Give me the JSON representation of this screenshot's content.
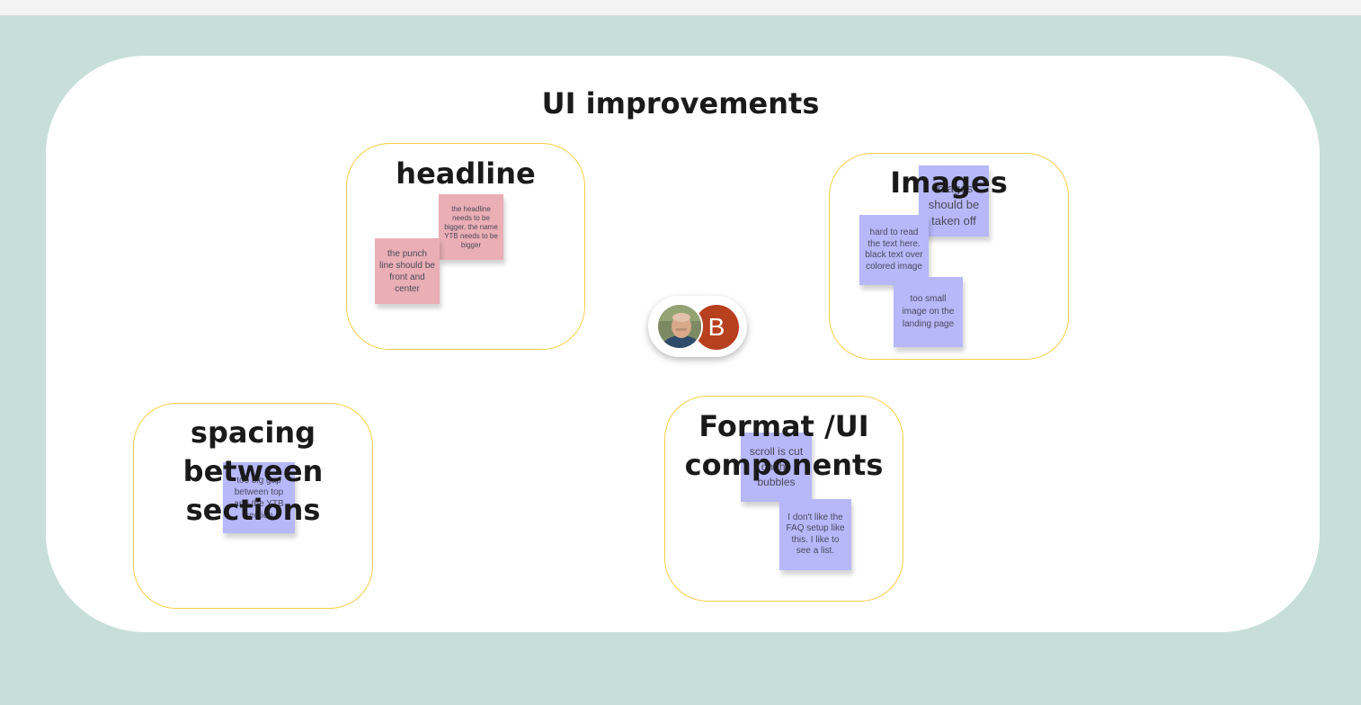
{
  "board": {
    "title": "UI improvements"
  },
  "clusters": [
    {
      "title": "headline",
      "stickies": [
        {
          "text": "the headline needs to be bigger. the name YTB needs to be bigger",
          "color": "#eaaeb5"
        },
        {
          "text": "the punch line should be front and center",
          "color": "#eaaeb5"
        }
      ]
    },
    {
      "title": "Images",
      "stickies": [
        {
          "text": "images should be taken off",
          "color": "#b6b8fa"
        },
        {
          "text": "hard to read the text here. black text over colored image",
          "color": "#b6b8fa"
        },
        {
          "text": "too small image on the landing page",
          "color": "#b6b8fa"
        }
      ]
    },
    {
      "title": "spacing between sections",
      "stickies": [
        {
          "text": "too big gap between top and the YTB section",
          "color": "#b6b8fa"
        }
      ]
    },
    {
      "title": "Format /UI components",
      "stickies": [
        {
          "text": "scroll is cut on the bubbles",
          "color": "#b6b8fa"
        },
        {
          "text": "I don't like the FAQ setup like this. I like to see a list.",
          "color": "#b6b8fa"
        }
      ]
    }
  ],
  "collaborators": {
    "second_initial": "B",
    "second_color": "#b7401f"
  }
}
